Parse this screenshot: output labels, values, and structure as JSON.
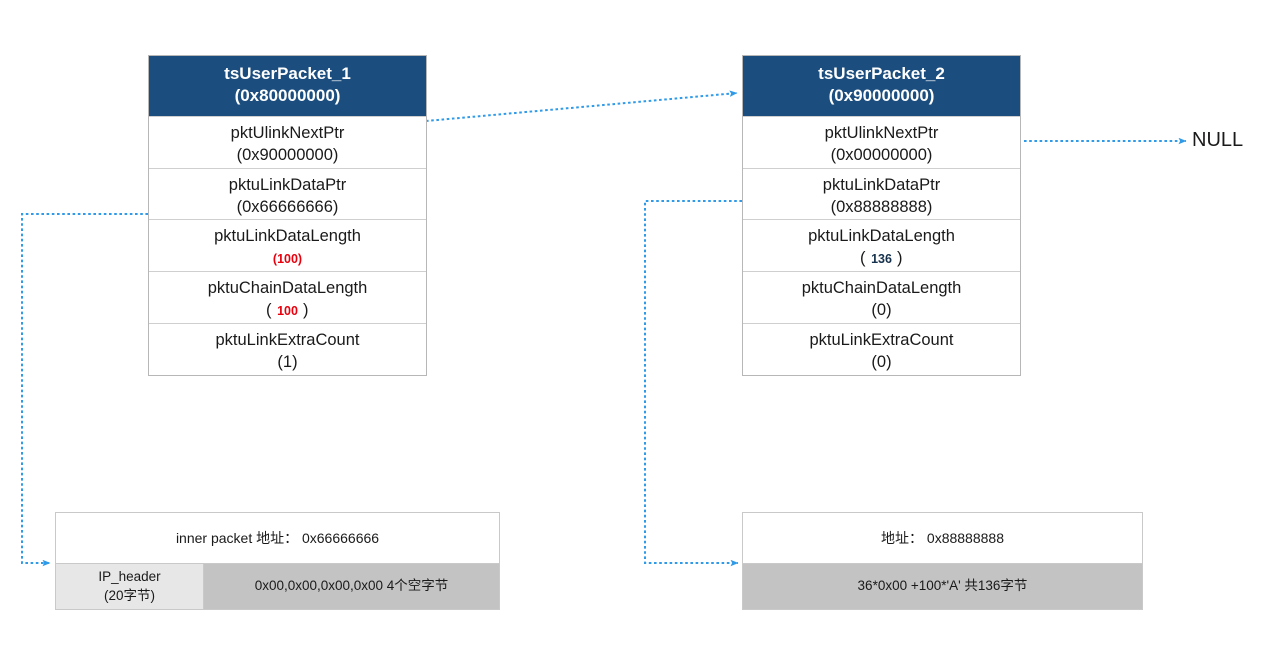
{
  "diagram": {
    "title": "tsUserPacket linked chain memory layout",
    "accent_color": "#1B4E7E",
    "connector_color": "#2f9ae8",
    "highlight_color": "#e8000d"
  },
  "packets": [
    {
      "header_name": "tsUserPacket_1",
      "header_addr": "(0x80000000)",
      "fields": [
        {
          "name": "pktUlinkNextPtr",
          "value": "(0x90000000)",
          "style": "plain"
        },
        {
          "name": "pktuLinkDataPtr",
          "value": "(0x66666666)",
          "style": "plain"
        },
        {
          "name": "pktuLinkDataLength",
          "value": "100",
          "open": "(",
          "close": ")",
          "style": "red"
        },
        {
          "name": "pktuChainDataLength",
          "value": "100",
          "open": "( ",
          "close": "  )",
          "style": "red"
        },
        {
          "name": "pktuLinkExtraCount",
          "value": "(1)",
          "style": "plain"
        }
      ]
    },
    {
      "header_name": "tsUserPacket_2",
      "header_addr": "(0x90000000)",
      "fields": [
        {
          "name": "pktUlinkNextPtr",
          "value": "(0x00000000)",
          "style": "plain"
        },
        {
          "name": "pktuLinkDataPtr",
          "value": "(0x88888888)",
          "style": "plain"
        },
        {
          "name": "pktuLinkDataLength",
          "value": "136",
          "open": "( ",
          "close": " )",
          "style": "dark"
        },
        {
          "name": "pktuChainDataLength",
          "value": "(0)",
          "style": "plain"
        },
        {
          "name": "pktuLinkExtraCount",
          "value": "(0)",
          "style": "plain"
        }
      ]
    }
  ],
  "memory_blocks": [
    {
      "address_label": "inner packet 地址： 0x66666666",
      "cells": [
        {
          "line1": "IP_header",
          "line2": "(20字节)",
          "shade": "light"
        },
        {
          "line1": "0x00,0x00,0x00,0x00 4个空字节",
          "line2": "",
          "shade": "dark"
        }
      ]
    },
    {
      "address_label": "地址： 0x88888888",
      "cells": [
        {
          "line1": "36*0x00 +100*'A' 共136字节",
          "line2": "",
          "shade": "dark"
        }
      ]
    }
  ],
  "labels": {
    "null_terminator": "NULL"
  }
}
